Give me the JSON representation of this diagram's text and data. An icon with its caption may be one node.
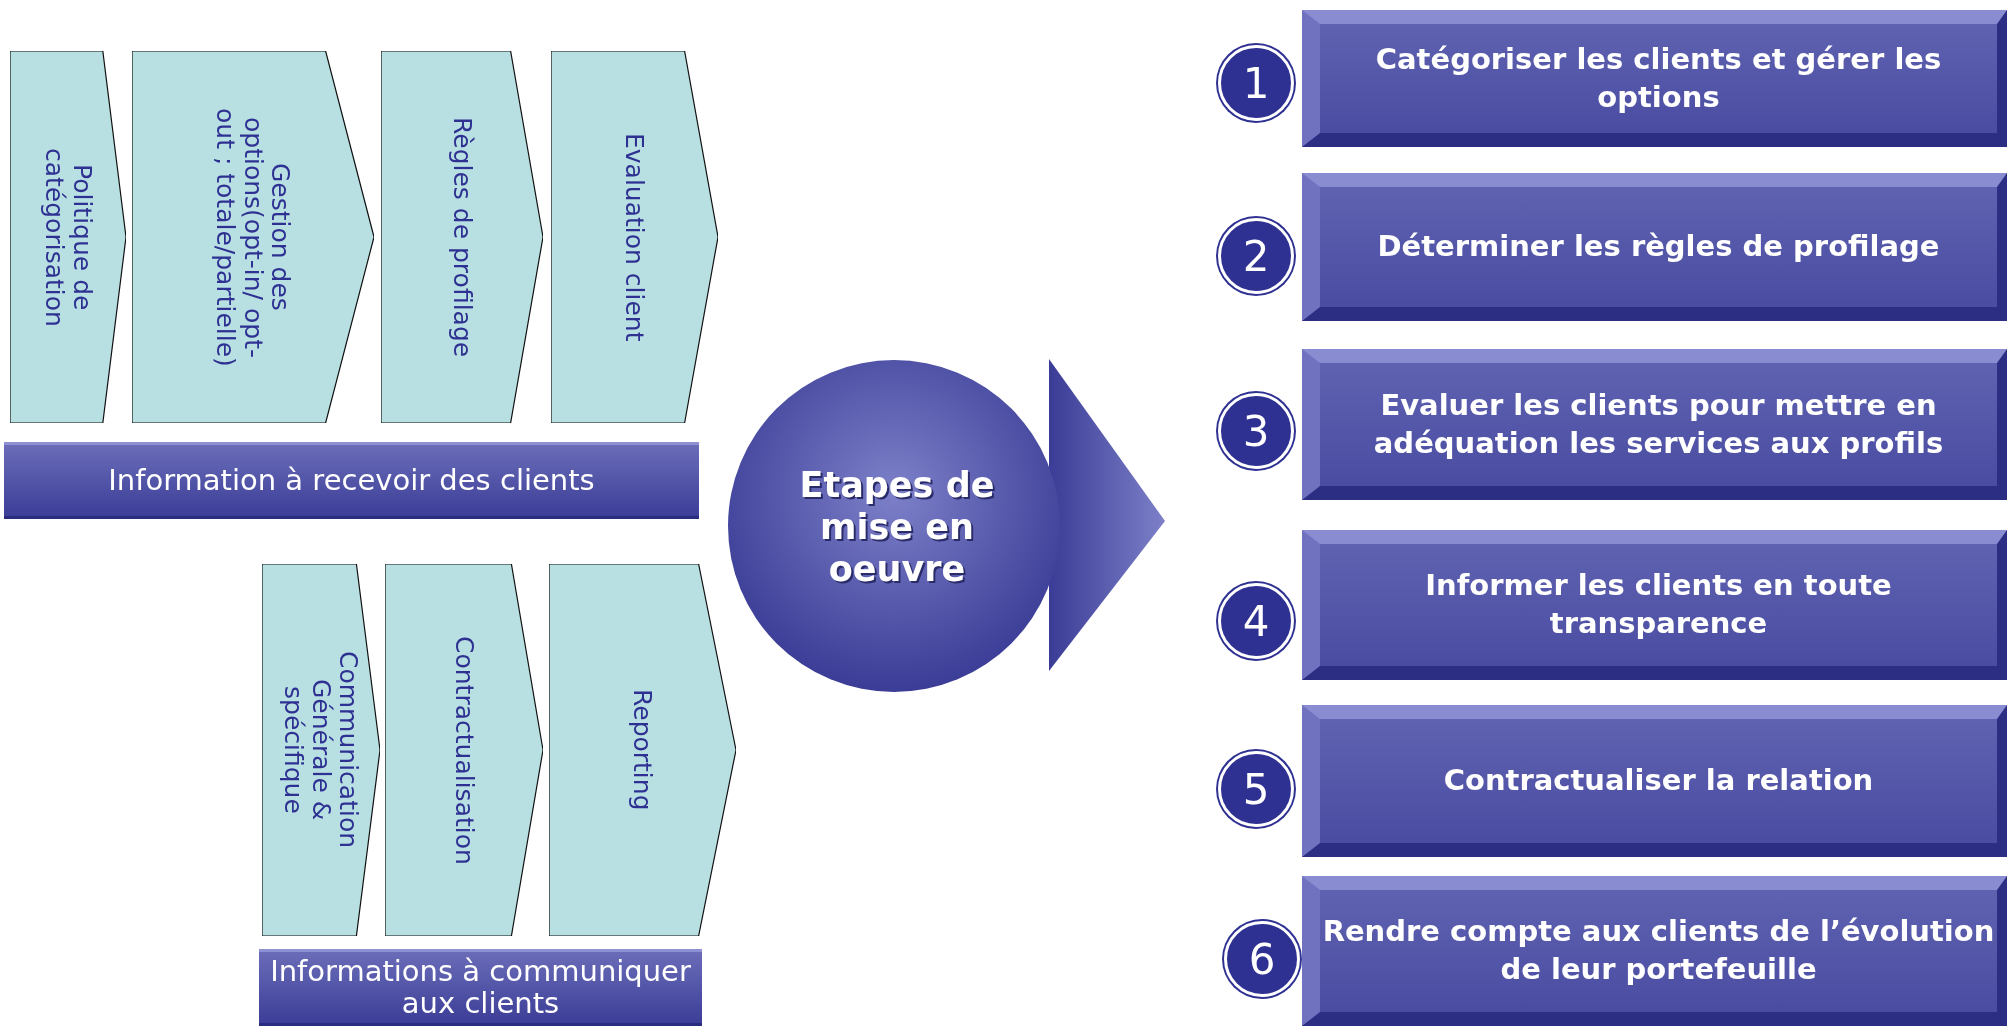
{
  "diagram": {
    "nodes": [
      {
        "text": [
          "Politique de catégorisation"
        ]
      },
      {
        "text": [
          "Gestion des options(opt-in/ opt-out ; totale/partielle)"
        ]
      },
      {
        "text": [
          "Règles de profilage"
        ]
      },
      {
        "text": [
          "Evaluation client"
        ]
      },
      {
        "text": [
          "Information à recevoir des clients"
        ]
      },
      {
        "text": [
          "Communication Générale & spécifique"
        ]
      },
      {
        "text": [
          "Contractualisation"
        ]
      },
      {
        "text": [
          "Reporting"
        ]
      },
      {
        "text": [
          "Informations à communiquer aux clients"
        ]
      },
      {
        "text": [
          "Etapes de mise en oeuvre"
        ]
      },
      {
        "text": [
          "1"
        ]
      },
      {
        "text": [
          "Catégoriser les clients et gérer les options"
        ]
      },
      {
        "text": [
          "2"
        ]
      },
      {
        "text": [
          "Déterminer les règles de profilage"
        ]
      },
      {
        "text": [
          "3"
        ]
      },
      {
        "text": [
          "Evaluer les clients pour mettre en adéquation les services aux profils"
        ]
      },
      {
        "text": [
          "4"
        ]
      },
      {
        "text": [
          "Informer les clients en toute transparence"
        ]
      },
      {
        "text": [
          "5"
        ]
      },
      {
        "text": [
          "Contractualiser la relation"
        ]
      },
      {
        "text": [
          "6"
        ]
      },
      {
        "text": [
          "Rendre compte aux clients de l’évolution de leur portefeuille"
        ]
      }
    ]
  }
}
